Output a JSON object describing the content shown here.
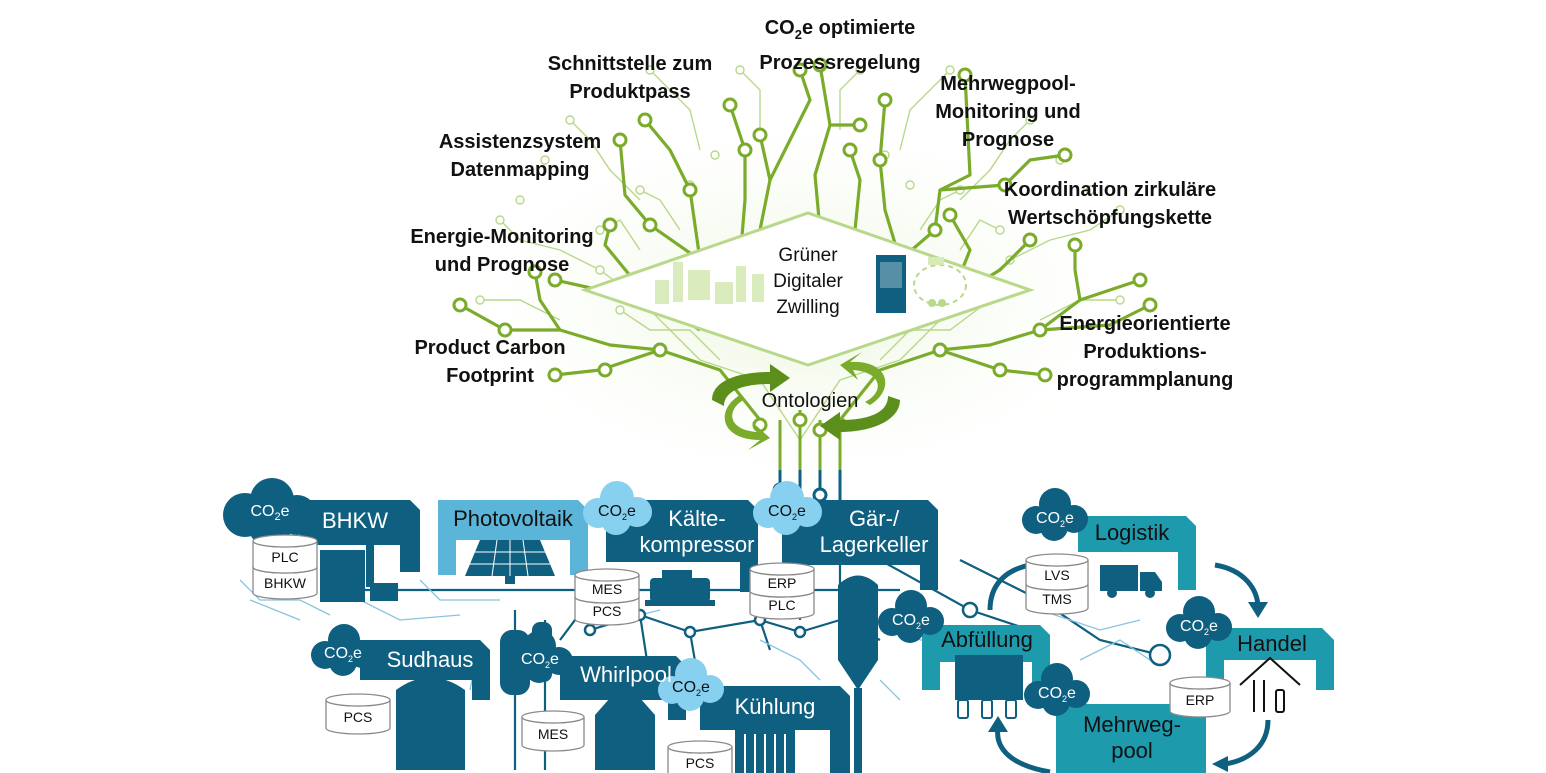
{
  "digital_twin": {
    "center_lines": [
      "Grüner",
      "Digitaler",
      "Zwilling"
    ],
    "ontology_label": "Ontologien"
  },
  "branch_labels": [
    {
      "lines": [
        "Schnittstelle zum",
        "Produktpass"
      ]
    },
    {
      "lines": [
        "Assistenzsystem",
        "Datenmapping"
      ]
    },
    {
      "lines": [
        "Energie-Monitoring",
        "und Prognose"
      ]
    },
    {
      "lines": [
        "Product Carbon",
        "Footprint"
      ]
    },
    {
      "lines": [
        "Mehrwegpool-",
        "Monitoring und",
        "Prognose"
      ]
    },
    {
      "lines": [
        "Koordination zirkuläre",
        "Wertschöpfungskette"
      ]
    },
    {
      "lines": [
        "Energieorientierte",
        "Produktions-",
        "programmplanung"
      ]
    }
  ],
  "co2_top_label": {
    "prefix": "CO",
    "sub": "2",
    "suffix": "e optimierte",
    "line2": "Prozessregelung"
  },
  "co2_badge": {
    "prefix": "CO",
    "sub": "2",
    "suffix": "e"
  },
  "units": {
    "bhkw": {
      "title": "BHKW",
      "systems": [
        "PLC",
        "BHKW"
      ]
    },
    "photovoltaik": {
      "title": "Photovoltaik"
    },
    "kaeltekompressor": {
      "title_lines": [
        "Kälte-",
        "kompressor"
      ],
      "systems": [
        "MES",
        "PCS"
      ]
    },
    "gaer_lagerkeller": {
      "title_lines": [
        "Gär-/",
        "Lagerkeller"
      ],
      "systems": [
        "ERP",
        "PLC"
      ]
    },
    "sudhaus": {
      "title": "Sudhaus",
      "systems": [
        "PCS"
      ]
    },
    "whirlpool": {
      "title": "Whirlpool",
      "systems": [
        "MES"
      ]
    },
    "kuehlung": {
      "title": "Kühlung",
      "systems": [
        "PCS"
      ]
    },
    "logistik": {
      "title": "Logistik",
      "systems": [
        "LVS",
        "TMS"
      ]
    },
    "abfuellung": {
      "title": "Abfüllung"
    },
    "handel": {
      "title": "Handel",
      "systems": [
        "ERP"
      ]
    },
    "mehrwegpool": {
      "title_lines": [
        "Mehrweg-",
        "pool"
      ]
    }
  },
  "colors": {
    "green_dark": "#7aab2b",
    "green_light": "#b8d88a",
    "teal_dark": "#0e5f80",
    "teal_mid": "#1d7fa0",
    "teal_light": "#5bb5d8",
    "teal_cyan": "#1e9aad",
    "cloud_dark": "#0e5f80",
    "cloud_light": "#88d0ef"
  }
}
